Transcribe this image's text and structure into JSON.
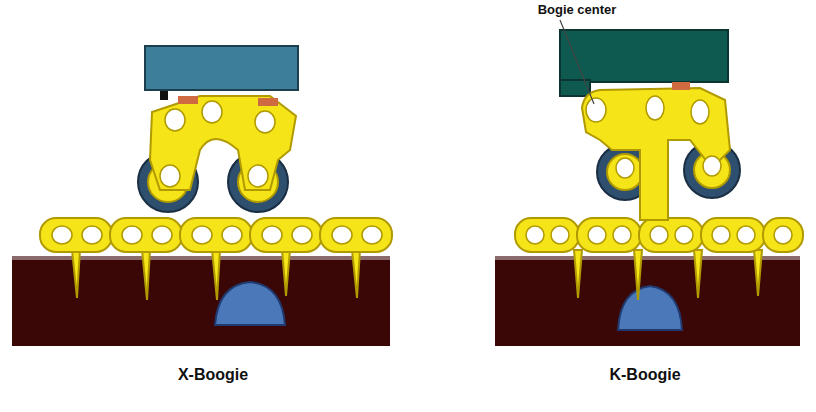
{
  "diagram": {
    "labels": [
      "Bogie center",
      "X-Boogie",
      "K-Boogie"
    ]
  }
}
